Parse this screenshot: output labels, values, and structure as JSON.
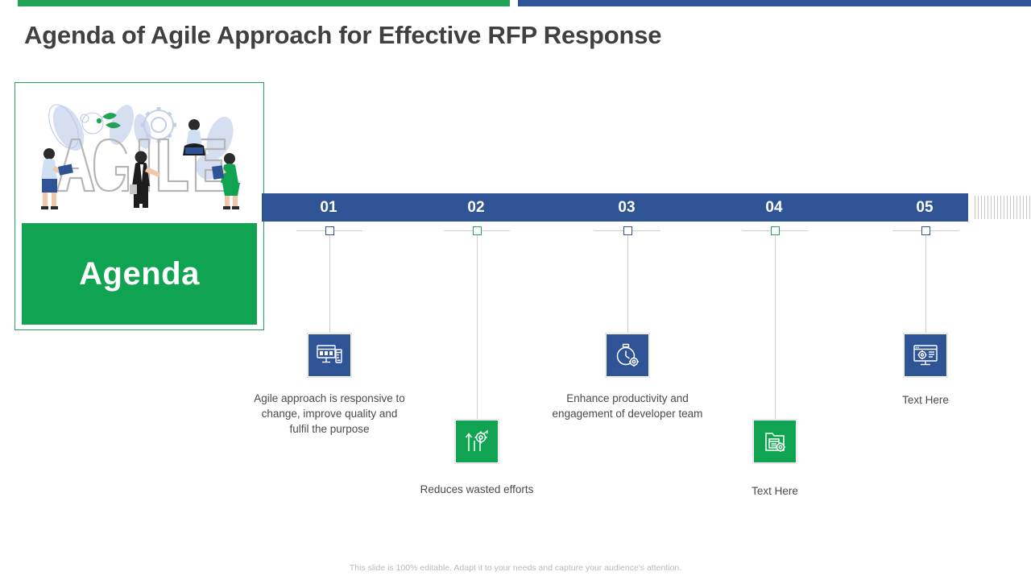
{
  "theme": {
    "navy": "#2E5496",
    "green": "#0FA352",
    "green_accent": "#21A455",
    "title_color": "#404040",
    "caption_color": "#4a4a4a",
    "footer_color": "#b9b9b9",
    "line_color": "#cfcfcf"
  },
  "header": {
    "title": "Agenda of Agile Approach for Effective RFP Response"
  },
  "agenda_card": {
    "illustration_word": "AGILE",
    "label": "Agenda"
  },
  "timeline": {
    "steps": [
      {
        "number": "01",
        "marker_color": "navy",
        "icon_color": "navy",
        "icon_name": "desktop-mobile-icon",
        "caption": "Agile approach is responsive to change, improve quality and fulfil the purpose"
      },
      {
        "number": "02",
        "marker_color": "green",
        "icon_color": "green",
        "icon_name": "growth-gear-icon",
        "caption": "Reduces wasted efforts"
      },
      {
        "number": "03",
        "marker_color": "navy",
        "icon_color": "navy",
        "icon_name": "stopwatch-gear-icon",
        "caption": "Enhance productivity and engagement of developer team"
      },
      {
        "number": "04",
        "marker_color": "green",
        "icon_color": "green",
        "icon_name": "document-gear-icon",
        "caption": "Text Here"
      },
      {
        "number": "05",
        "marker_color": "navy",
        "icon_color": "navy",
        "icon_name": "monitor-gear-icon",
        "caption": "Text Here"
      }
    ]
  },
  "footer": {
    "note": "This slide is 100% editable. Adapt it to your needs and capture your audience's attention."
  }
}
